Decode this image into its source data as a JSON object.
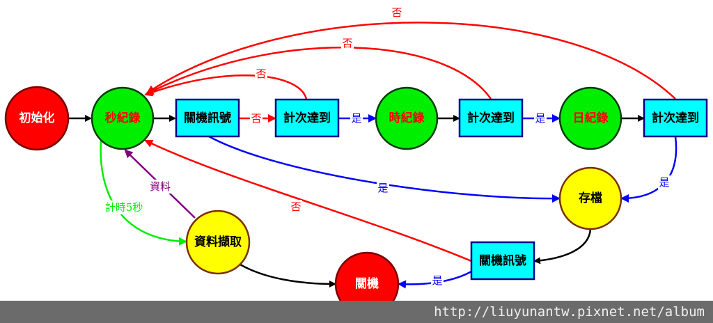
{
  "nodes": {
    "init": "初始化",
    "sec_record": "秒紀錄",
    "shutdown_signal_1": "關機訊號",
    "count_reached_1": "計次達到",
    "hour_record": "時紀錄",
    "count_reached_2": "計次達到",
    "day_record": "日紀錄",
    "count_reached_3": "計次達到",
    "save_file": "存檔",
    "data_capture": "資料擷取",
    "shutdown": "關機",
    "shutdown_signal_2": "關機訊號"
  },
  "edges": {
    "no": "否",
    "yes": "是",
    "timer": "計時5秒",
    "data": "資料"
  },
  "colors": {
    "red": "#ff0000",
    "green": "#00ee00",
    "cyan": "#00ffff",
    "yellow": "#ffff00",
    "blue": "#0000ff",
    "purple": "#800080"
  },
  "watermark": "http://liuyunantw.pixnet.net/album"
}
